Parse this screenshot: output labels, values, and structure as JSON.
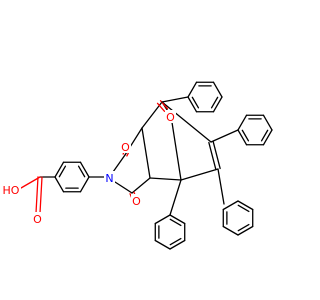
{
  "molecule": {
    "atom_labels": [
      {
        "id": "o-ketone",
        "text": "O",
        "color": "#ff0000"
      },
      {
        "id": "o-imide-top",
        "text": "O",
        "color": "#ff0000"
      },
      {
        "id": "n-imide",
        "text": "N",
        "color": "#0000ff"
      },
      {
        "id": "o-imide-bottom",
        "text": "O",
        "color": "#ff0000"
      },
      {
        "id": "o-acid-carbonyl",
        "text": "O",
        "color": "#ff0000"
      },
      {
        "id": "oh-acid",
        "text": "HO",
        "color": "#ff0000"
      }
    ]
  },
  "colors": {
    "bond": "#000000",
    "oxygen": "#ff0000",
    "nitrogen": "#0000ff",
    "background": "#ffffff"
  }
}
